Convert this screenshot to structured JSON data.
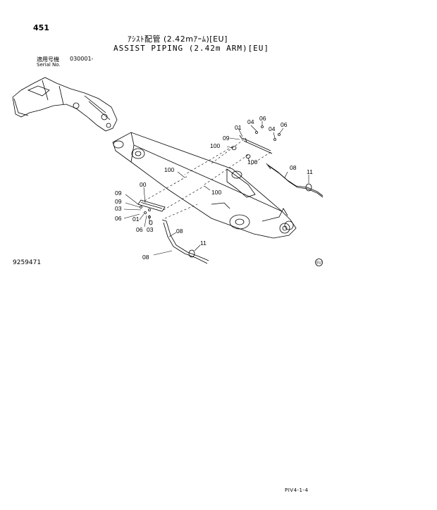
{
  "page_number": "451",
  "title_jp": "ｱｼｽﾄ配管 (2.42mｱｰﾑ)[EU]",
  "title_en": "ASSIST PIPING (2.42m ARM)[EU]",
  "serial": {
    "label_jp": "適用号機",
    "label_en": "Serial No.",
    "range": "030001-"
  },
  "figure_number": "9259471",
  "footer_code": "PIV4-1-4",
  "eu_mark": "EU",
  "callouts": {
    "c1": "06",
    "c2": "04",
    "c3": "06",
    "c4": "04",
    "c5": "01",
    "c6": "09",
    "c7": "100",
    "c8": "100",
    "c9": "08",
    "c10": "11",
    "c11": "100",
    "c12": "100",
    "c13": "00",
    "c14": "09",
    "c15": "09",
    "c16": "03",
    "c17": "06",
    "c18": "01",
    "c19": "06",
    "c20": "03",
    "c21": "08",
    "c22": "11",
    "c23": "08"
  }
}
